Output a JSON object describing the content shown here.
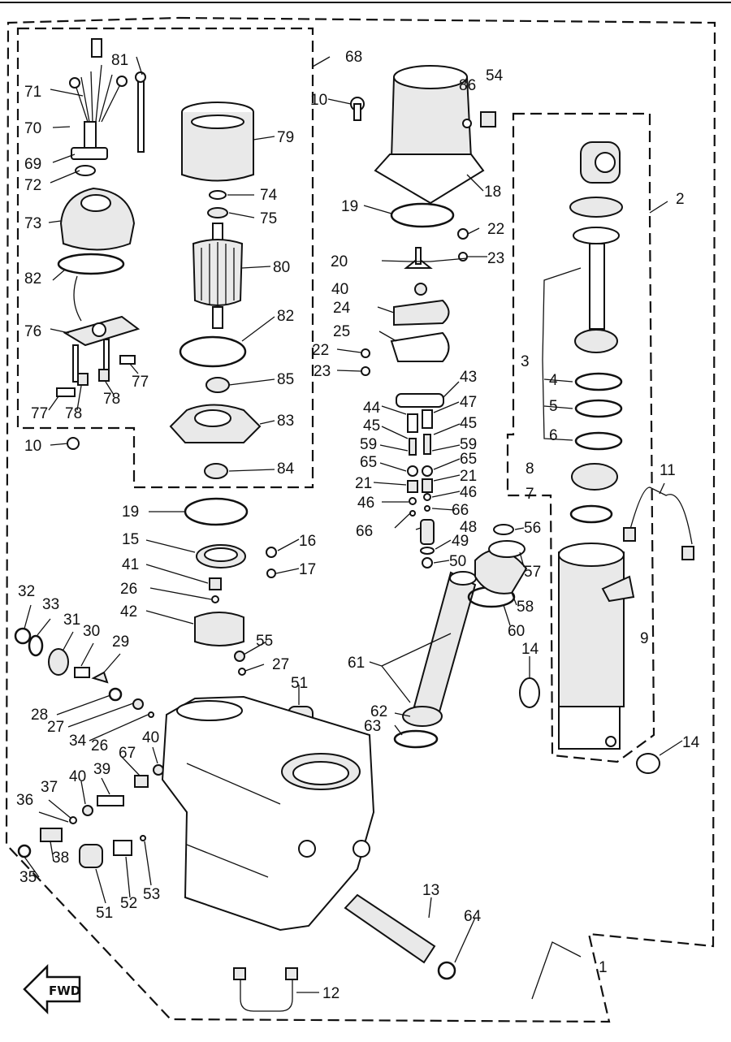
{
  "callouts": {
    "c1": "1",
    "c2": "2",
    "c3": "3",
    "c4": "4",
    "c5": "5",
    "c6": "6",
    "c7": "7",
    "c8": "8",
    "c9": "9",
    "c10a": "10",
    "c10b": "10",
    "c11": "11",
    "c12": "12",
    "c13": "13",
    "c14a": "14",
    "c14b": "14",
    "c15": "15",
    "c16": "16",
    "c17": "17",
    "c18": "18",
    "c19a": "19",
    "c19b": "19",
    "c20": "20",
    "c21a": "21",
    "c21b": "21",
    "c22a": "22",
    "c22b": "22",
    "c23a": "23",
    "c23b": "23",
    "c24": "24",
    "c25": "25",
    "c26a": "26",
    "c26b": "26",
    "c27a": "27",
    "c27b": "27",
    "c28": "28",
    "c29": "29",
    "c30": "30",
    "c31": "31",
    "c32": "32",
    "c33": "33",
    "c34": "34",
    "c35": "35",
    "c36": "36",
    "c37": "37",
    "c38": "38",
    "c39": "39",
    "c40a": "40",
    "c40b": "40",
    "c40c": "40",
    "c41": "41",
    "c42": "42",
    "c43": "43",
    "c44": "44",
    "c45a": "45",
    "c45b": "45",
    "c46a": "46",
    "c46b": "46",
    "c47": "47",
    "c48": "48",
    "c49": "49",
    "c50": "50",
    "c51a": "51",
    "c51b": "51",
    "c52": "52",
    "c53": "53",
    "c54": "54",
    "c55": "55",
    "c56": "56",
    "c57": "57",
    "c58": "58",
    "c59a": "59",
    "c59b": "59",
    "c60": "60",
    "c61": "61",
    "c62": "62",
    "c63": "63",
    "c64": "64",
    "c65a": "65",
    "c65b": "65",
    "c66a": "66",
    "c66b": "66",
    "c67": "67",
    "c68": "68",
    "c69": "69",
    "c70": "70",
    "c71": "71",
    "c72": "72",
    "c73": "73",
    "c74": "74",
    "c75": "75",
    "c76": "76",
    "c77a": "77",
    "c77b": "77",
    "c78a": "78",
    "c78b": "78",
    "c79": "79",
    "c80": "80",
    "c81": "81",
    "c82a": "82",
    "c82b": "82",
    "c83": "83",
    "c84": "84",
    "c85": "85",
    "c86": "86"
  },
  "fwd_label": "FWD"
}
